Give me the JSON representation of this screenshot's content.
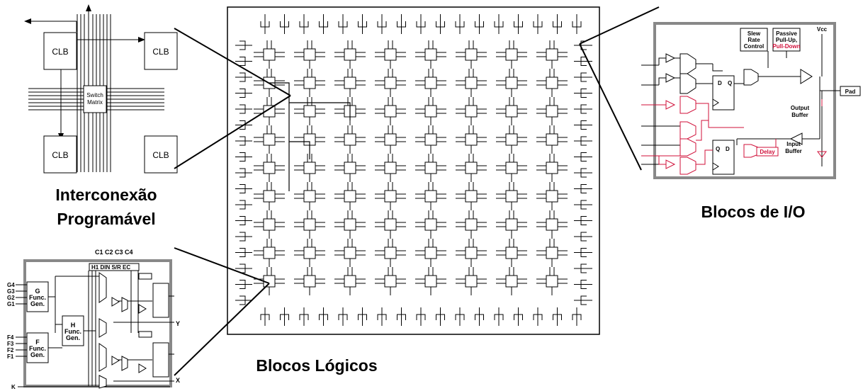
{
  "captions": {
    "interconnect_line1": "Interconexão",
    "interconnect_line2": "Programável",
    "io_blocks": "Blocos de I/O",
    "logic_blocks": "Blocos Lógicos"
  },
  "interconnect_detail": {
    "clb_label": "CLB",
    "switch_matrix_line1": "Switch",
    "switch_matrix_line2": "Matrix"
  },
  "io_detail": {
    "slew_line1": "Slew",
    "slew_line2": "Rate",
    "slew_line3": "Control",
    "pull_line1": "Passive",
    "pull_line2": "Pull-Up,",
    "pull_line3": "Pull-Down",
    "vcc": "Vcc",
    "output_buffer_line1": "Output",
    "output_buffer_line2": "Buffer",
    "input_buffer_line1": "Input",
    "input_buffer_line2": "Buffer",
    "pad": "Pad",
    "delay": "Delay",
    "ff_d": "D",
    "ff_q": "Q",
    "accent_red": "#d0103a",
    "frame_gray": "#888888"
  },
  "clb_detail": {
    "top_inputs": "C1 C2 C3 C4",
    "top_mux": "H1 DIN S/R EC",
    "g_inputs": [
      "G4",
      "G3",
      "G2",
      "G1"
    ],
    "f_inputs": [
      "F4",
      "F3",
      "F2",
      "F1"
    ],
    "g_func_line1": "G",
    "g_func_line2": "Func.",
    "g_func_line3": "Gen.",
    "h_func_line1": "H",
    "h_func_line2": "Func.",
    "h_func_line3": "Gen.",
    "f_func_line1": "F",
    "f_func_line2": "Func.",
    "f_func_line3": "Gen.",
    "out_y": "Y",
    "out_x": "X",
    "clk": "K"
  }
}
